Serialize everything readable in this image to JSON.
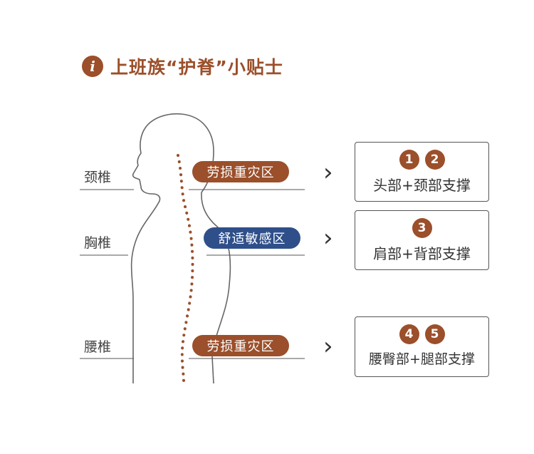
{
  "header": {
    "icon": "info-icon",
    "title": "上班族“护脊”小贴士"
  },
  "colors": {
    "accent": "#9b4f2a",
    "blue": "#2e4f8a"
  },
  "regions": [
    {
      "label": "颈椎",
      "zone": "劳损重灾区",
      "zone_color": "brown",
      "numbers": [
        "1",
        "2"
      ],
      "support": "头部+颈部支撑"
    },
    {
      "label": "胸椎",
      "zone": "舒适敏感区",
      "zone_color": "blue",
      "numbers": [
        "3"
      ],
      "support": "肩部+背部支撑"
    },
    {
      "label": "腰椎",
      "zone": "劳损重灾区",
      "zone_color": "brown",
      "numbers": [
        "4",
        "5"
      ],
      "support": "腰臀部+腿部支撑"
    }
  ],
  "arrow_icon": "chevron-right-icon"
}
